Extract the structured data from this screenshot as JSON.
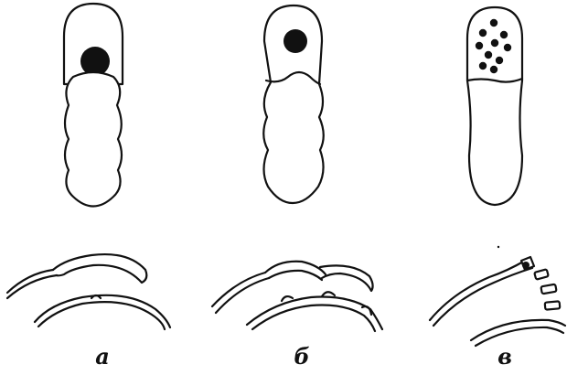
{
  "figure": {
    "ink_color": "#111111",
    "background_color": "#ffffff",
    "panels": [
      {
        "id": "a",
        "caption": "а"
      },
      {
        "id": "b",
        "caption": "б"
      },
      {
        "id": "v",
        "caption": "в"
      }
    ]
  }
}
